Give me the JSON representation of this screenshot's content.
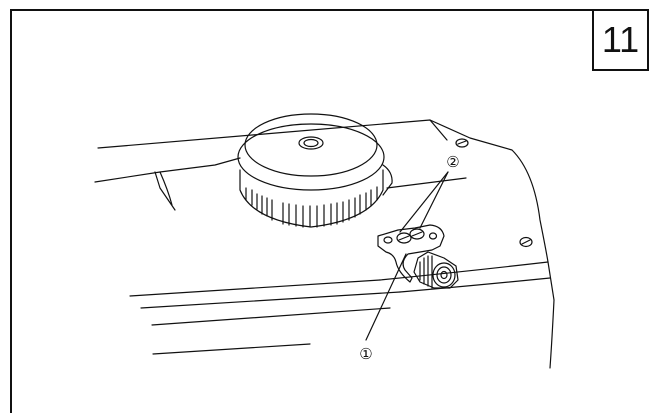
{
  "step": {
    "number": "11"
  },
  "callouts": [
    {
      "id": "1",
      "label": "①"
    },
    {
      "id": "2",
      "label": "②"
    }
  ]
}
